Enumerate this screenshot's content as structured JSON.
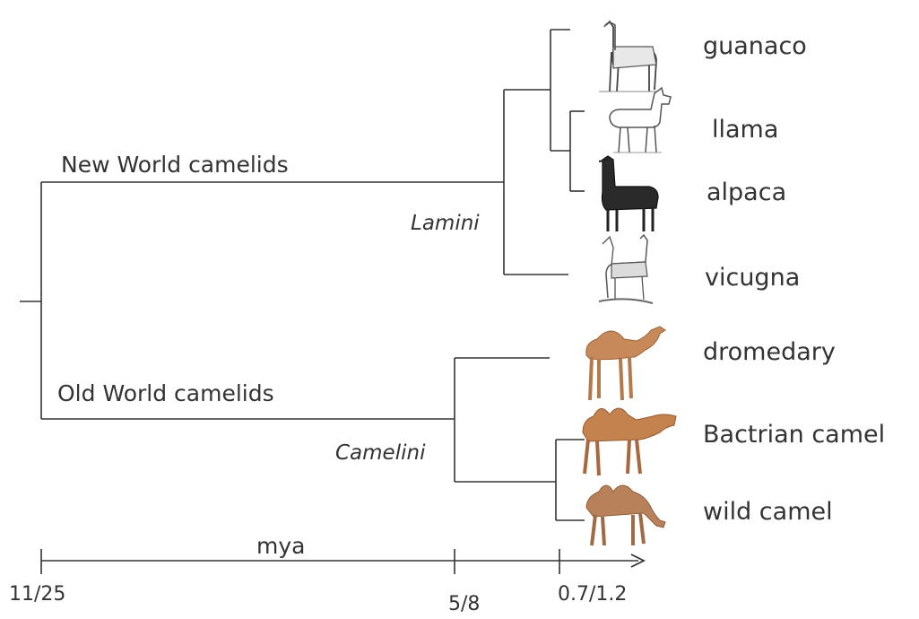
{
  "taxa": [
    {
      "key": "guanaco",
      "label": "guanaco",
      "icon": "guanaco-icon",
      "style": "sketch"
    },
    {
      "key": "llama",
      "label": "llama",
      "icon": "llama-icon",
      "style": "outline"
    },
    {
      "key": "alpaca",
      "label": "alpaca",
      "icon": "alpaca-icon",
      "style": "dark"
    },
    {
      "key": "vicugna",
      "label": "vicugna",
      "icon": "vicugna-icon",
      "style": "sketch"
    },
    {
      "key": "dromedary",
      "label": "dromedary",
      "icon": "dromedary-icon",
      "style": "photo"
    },
    {
      "key": "bactrian",
      "label": "Bactrian camel",
      "icon": "bactrian-camel-icon",
      "style": "photo"
    },
    {
      "key": "wild",
      "label": "wild camel",
      "icon": "wild-camel-icon",
      "style": "photo"
    }
  ],
  "groups": {
    "new_world": "New World camelids",
    "old_world": "Old World camelids"
  },
  "tribes": {
    "lamini": "Lamini",
    "camelini": "Camelini"
  },
  "axis": {
    "label": "mya",
    "ticks": [
      "11/25",
      "5/8",
      "0.7/1.2"
    ]
  },
  "colors": {
    "line": "#333333",
    "camel_body": "#c8895a",
    "camel_dark": "#a8683f"
  }
}
